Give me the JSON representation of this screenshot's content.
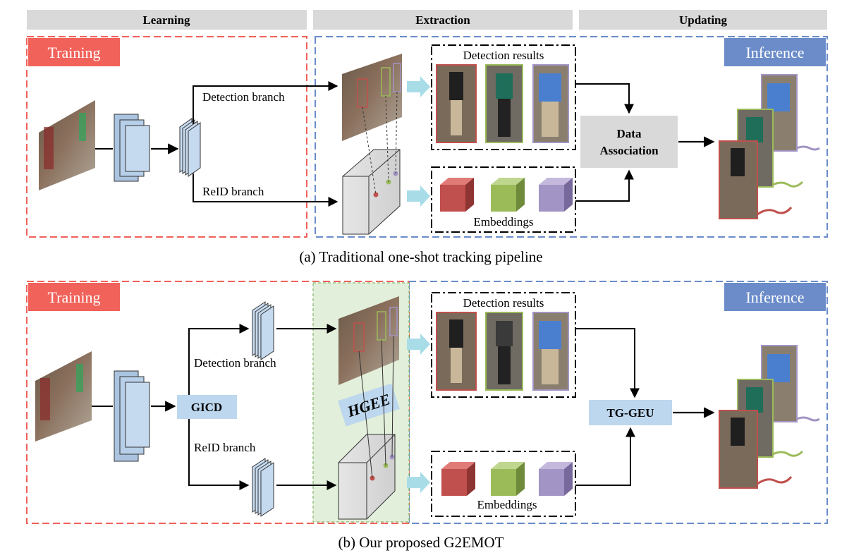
{
  "header": {
    "stages": [
      "Learning",
      "Extraction",
      "Updating"
    ]
  },
  "panel_a": {
    "training_label": "Training",
    "inference_label": "Inference",
    "detection_branch": "Detection branch",
    "reid_branch": "ReID branch",
    "detection_results": "Detection results",
    "embeddings": "Embeddings",
    "data_association_line1": "Data",
    "data_association_line2": "Association",
    "caption": "(a) Traditional one-shot tracking pipeline"
  },
  "panel_b": {
    "training_label": "Training",
    "inference_label": "Inference",
    "gicd": "GICD",
    "detection_branch": "Detection branch",
    "reid_branch": "ReID branch",
    "hgee": "HGEE",
    "detection_results": "Detection results",
    "embeddings": "Embeddings",
    "tg_geu": "TG-GEU",
    "caption": "(b) Our proposed G2EMOT"
  },
  "colors": {
    "training_red": "#f0625a",
    "inference_blue": "#6b8cc9",
    "header_gray": "#d9d9d9",
    "module_blue": "#bdd7ee",
    "hgee_green": "#e2efda",
    "cube_red": "#c0504d",
    "cube_green": "#9bbb59",
    "cube_purple": "#a294c4",
    "arrow_cyan": "#a8dde8"
  }
}
